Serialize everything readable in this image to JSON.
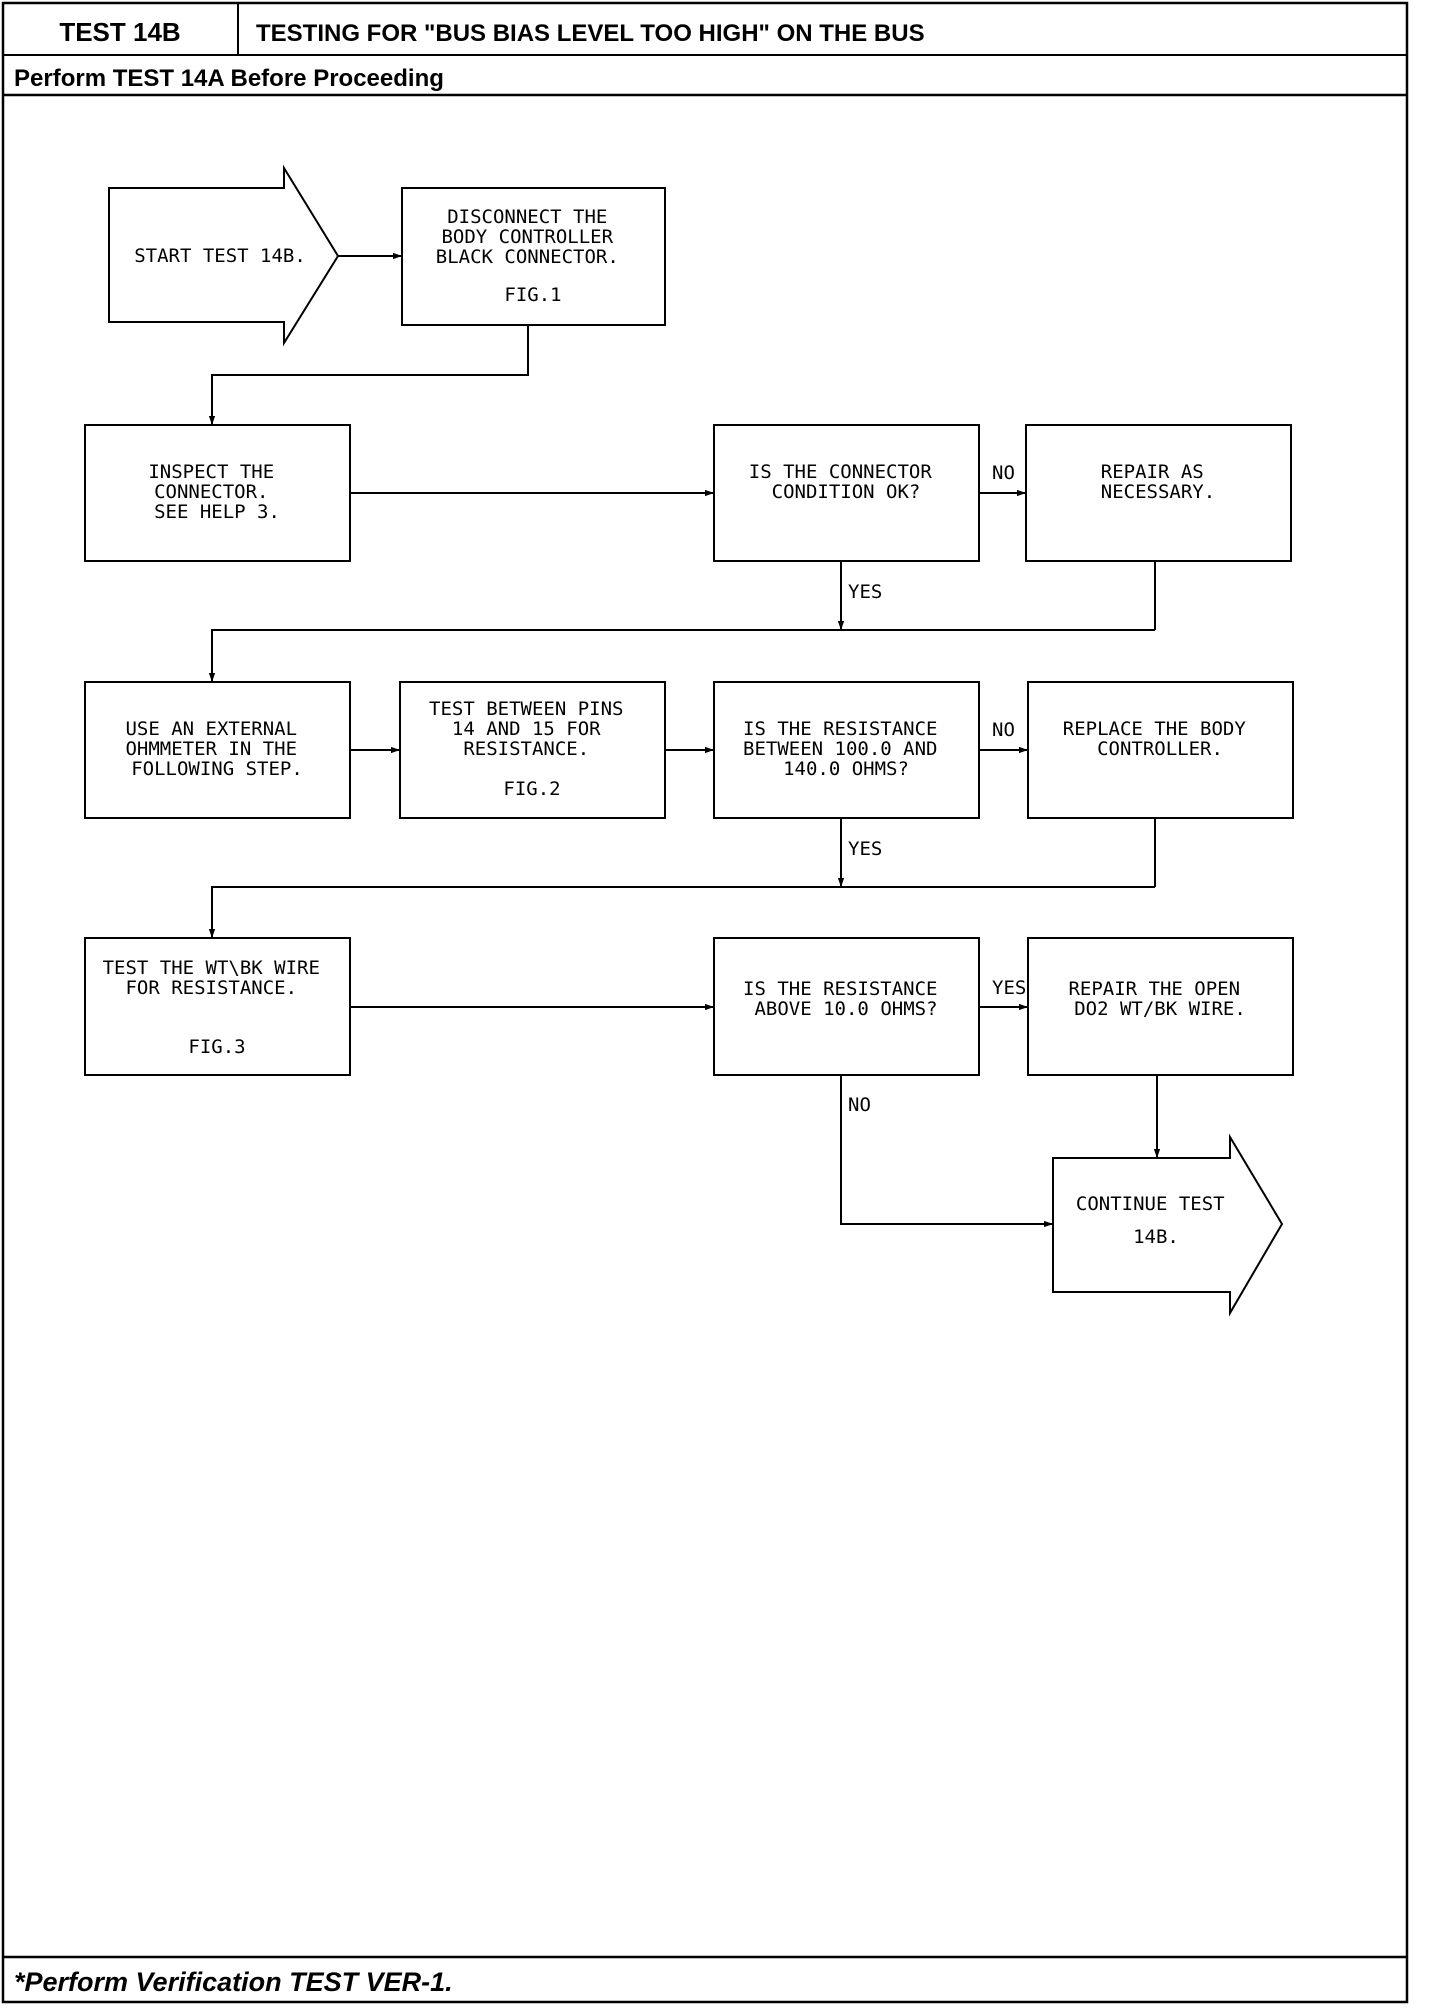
{
  "header": {
    "test_id": "TEST 14B",
    "title": "TESTING FOR \"BUS BIAS LEVEL TOO HIGH\" ON THE BUS",
    "prerequisite": "Perform TEST 14A Before Proceeding"
  },
  "flowchart": {
    "start": [
      "START TEST 14B."
    ],
    "disconnect": [
      "DISCONNECT THE",
      "BODY CONTROLLER",
      "BLACK CONNECTOR.",
      "FIG.1"
    ],
    "inspect": [
      "INSPECT THE",
      "CONNECTOR.",
      "SEE HELP 3."
    ],
    "q_connector": [
      "IS THE CONNECTOR",
      "CONDITION OK?"
    ],
    "repair_as_necessary": [
      "REPAIR AS",
      "NECESSARY."
    ],
    "use_ohmmeter": [
      "USE AN EXTERNAL",
      "OHMMETER IN THE",
      "FOLLOWING STEP."
    ],
    "test_pins": [
      "TEST BETWEEN PINS",
      "14 AND 15 FOR",
      "RESISTANCE.",
      "FIG.2"
    ],
    "q_resistance_range": [
      "IS THE RESISTANCE",
      "BETWEEN 100.0 AND",
      "140.0 OHMS?"
    ],
    "replace_controller": [
      "REPLACE THE BODY",
      "CONTROLLER."
    ],
    "test_wire": [
      "TEST THE WT\\BK WIRE",
      "FOR RESISTANCE.",
      "FIG.3"
    ],
    "q_resistance_above": [
      "IS THE RESISTANCE",
      "ABOVE 10.0 OHMS?"
    ],
    "repair_open": [
      "REPAIR THE OPEN",
      "DO2 WT/BK WIRE."
    ],
    "continue": [
      "CONTINUE TEST",
      "14B."
    ],
    "labels": {
      "no": "NO",
      "yes": "YES"
    }
  },
  "footer": {
    "note": "*Perform Verification TEST VER-1."
  }
}
